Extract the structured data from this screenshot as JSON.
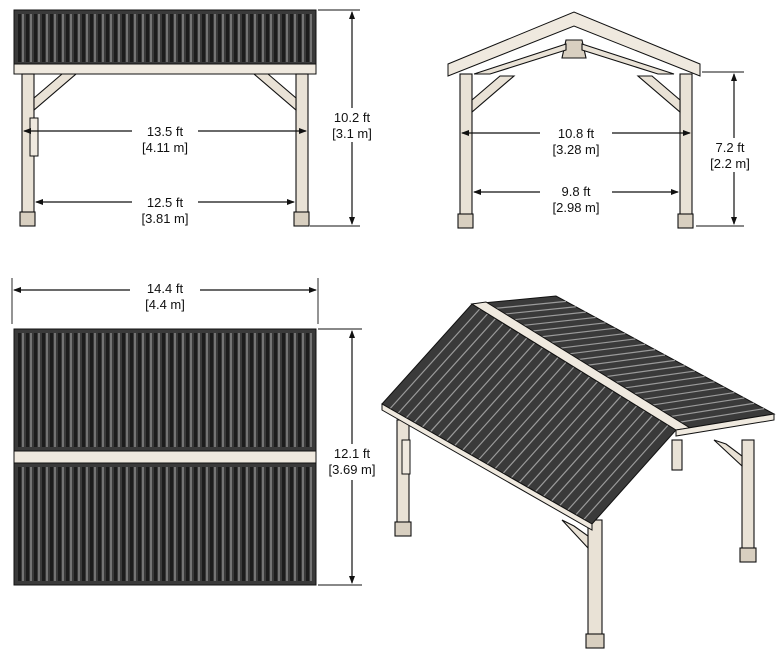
{
  "front_view": {
    "height": {
      "imperial": "10.2 ft",
      "metric": "[3.1 m]"
    },
    "post_outer_width": {
      "imperial": "13.5 ft",
      "metric": "[4.11 m]"
    },
    "post_inner_width": {
      "imperial": "12.5 ft",
      "metric": "[3.81 m]"
    }
  },
  "side_view": {
    "outer_width": {
      "imperial": "10.8 ft",
      "metric": "[3.28 m]"
    },
    "inner_width": {
      "imperial": "9.8 ft",
      "metric": "[2.98 m]"
    },
    "clearance_height": {
      "imperial": "7.2 ft",
      "metric": "[2.2 m]"
    }
  },
  "top_view": {
    "width": {
      "imperial": "14.4 ft",
      "metric": "[4.4 m]"
    },
    "depth": {
      "imperial": "12.1 ft",
      "metric": "[3.69 m]"
    }
  }
}
